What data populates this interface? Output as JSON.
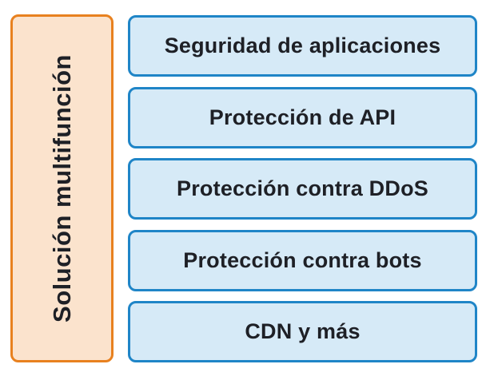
{
  "diagram": {
    "left_column": {
      "label": "Solución multifunción"
    },
    "items": [
      {
        "label": "Seguridad de aplicaciones"
      },
      {
        "label": "Protección de API"
      },
      {
        "label": "Protección contra DDoS"
      },
      {
        "label": "Protección contra bots"
      },
      {
        "label": "CDN y más"
      }
    ],
    "colors": {
      "orange_border": "#E8811F",
      "orange_fill": "#FBE3CD",
      "blue_border": "#1F85C7",
      "blue_fill": "#D6EAF7",
      "text": "#1E2026"
    }
  }
}
